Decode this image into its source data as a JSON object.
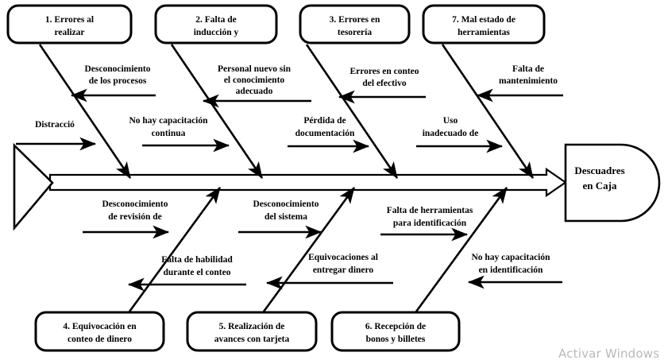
{
  "diagram": {
    "type": "ishikawa-fishbone",
    "title_effect": "Descuadres en Caja",
    "watermark": "Activar Windows",
    "colors": {
      "stroke": "#000000",
      "background": "#ffffff",
      "watermark": "#b9b9bd"
    },
    "effect": {
      "line1": "Descuadres",
      "line2": "en Caja"
    },
    "top_categories": [
      {
        "id": "cat1",
        "line1": "1. Errores al",
        "line2": "realizar"
      },
      {
        "id": "cat2",
        "line1": "2. Falta de",
        "line2": "inducción y"
      },
      {
        "id": "cat3",
        "line1": "3. Errores en",
        "line2": "tesorería"
      },
      {
        "id": "cat7",
        "line1": "7. Mal estado de",
        "line2": "herramientas"
      }
    ],
    "bottom_categories": [
      {
        "id": "cat4",
        "line1": "4. Equivocación en",
        "line2": "conteo de dinero"
      },
      {
        "id": "cat5",
        "line1": "5. Realización de",
        "line2": "avances con tarjeta"
      },
      {
        "id": "cat6",
        "line1": "6. Recepción de",
        "line2": "bonos y billetes"
      }
    ],
    "top_causes_upper": [
      {
        "id": "tu1",
        "line1": "Desconocimiento",
        "line2": "de los procesos",
        "arrow": "left"
      },
      {
        "id": "tu2",
        "line1": "Personal nuevo sin",
        "line2": "el conocimiento",
        "line3": "adecuado",
        "arrow": "left"
      },
      {
        "id": "tu3",
        "line1": "Errores en conteo",
        "line2": "del efectivo",
        "arrow": "left"
      },
      {
        "id": "tu4",
        "line1": "Falta de",
        "line2": "mantenimiento",
        "arrow": "left"
      }
    ],
    "top_causes_lower": [
      {
        "id": "tl0",
        "line1": "Distracció",
        "line2": "",
        "arrow": "right"
      },
      {
        "id": "tl1",
        "line1": "No hay capacitación",
        "line2": "continua",
        "arrow": "right"
      },
      {
        "id": "tl2",
        "line1": "Pérdida de",
        "line2": "documentación",
        "arrow": "right"
      },
      {
        "id": "tl3",
        "line1": "Uso",
        "line2": "inadecuado de",
        "arrow": "right"
      }
    ],
    "bottom_causes_upper": [
      {
        "id": "bu1",
        "line1": "Desconocimiento",
        "line2": "de revisión de",
        "arrow": "right"
      },
      {
        "id": "bu2",
        "line1": "Desconocimiento",
        "line2": "del sistema",
        "arrow": "right"
      },
      {
        "id": "bu3",
        "line1": "Falta de herramientas",
        "line2": "para identificación",
        "arrow": "right"
      }
    ],
    "bottom_causes_lower": [
      {
        "id": "bl1",
        "line1": "Falta de habilidad",
        "line2": "durante el conteo",
        "arrow": "left"
      },
      {
        "id": "bl2",
        "line1": "Equivocaciones al",
        "line2": "entregar dinero",
        "arrow": "left"
      },
      {
        "id": "bl3",
        "line1": "No hay capacitación",
        "line2": "en identificación",
        "arrow": "left"
      }
    ]
  }
}
